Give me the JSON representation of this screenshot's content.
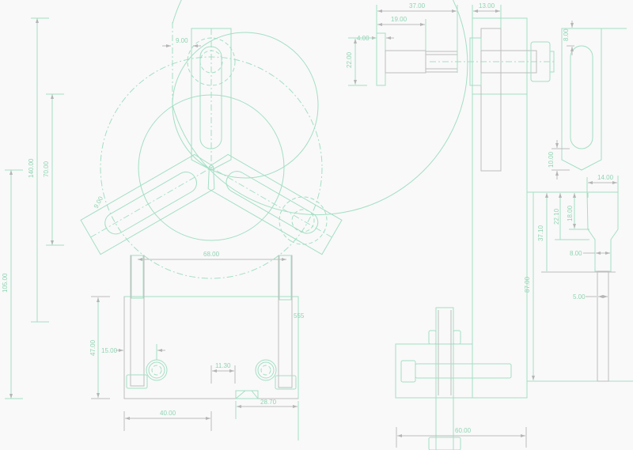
{
  "drawing": {
    "colors": {
      "line": "#a3dfc4",
      "dim_line": "#bdbdbd",
      "text": "#8fd4b3",
      "background": "#f9f9f9"
    },
    "top_view": {
      "dim_140": "140.00",
      "dim_70": "70.00",
      "dim_105": "105.00",
      "dim_9_top": "9.00",
      "dim_9_arm": "9.00"
    },
    "front_view": {
      "dim_68": "68.00",
      "dim_47": "47.00",
      "dim_15": "15.00",
      "dim_11_3": "11.30",
      "dim_555": "555",
      "dim_40": "40.00",
      "dim_28_7": "28.70"
    },
    "pin_view": {
      "dim_37": "37.00",
      "dim_19": "19.00",
      "dim_4": "4.00",
      "dim_22": "22.00"
    },
    "side_view": {
      "dim_13": "13.00",
      "dim_87": "87.00",
      "dim_60": "60.00"
    },
    "jaw_view": {
      "dim_8": "8.00",
      "dim_10": "10.00"
    },
    "screw_view": {
      "dim_14": "14.00",
      "dim_37_1": "37.10",
      "dim_22_1": "22.10",
      "dim_18": "18.00",
      "dim_8": "8.00",
      "dim_5": "5.00"
    }
  }
}
